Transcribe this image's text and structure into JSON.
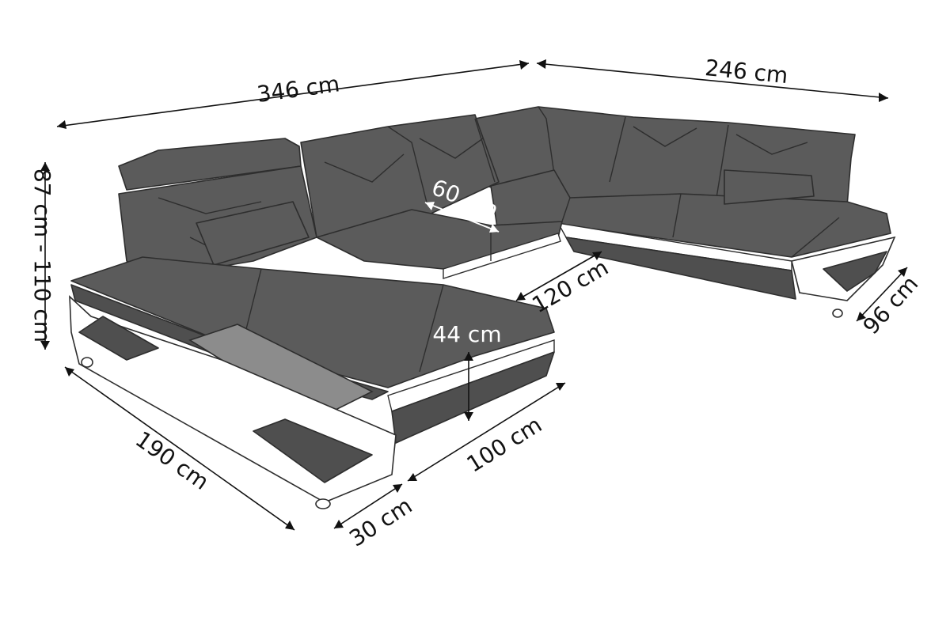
{
  "dimensions": {
    "top_left_width": "346 cm",
    "top_right_width": "246 cm",
    "back_height": "87 cm - 110 cm",
    "left_depth": "190 cm",
    "seat_depth_inner": "60 cm",
    "inner_gap": "120 cm",
    "seat_height": "44 cm",
    "right_depth": "96 cm",
    "front_width": "100 cm",
    "footrest": "30 cm"
  },
  "colors": {
    "upholstery": "#5b5b5b",
    "led_strip": "#ffffff",
    "glass_shelf": "#8c8c8c",
    "outline": "#2e2e2e"
  }
}
